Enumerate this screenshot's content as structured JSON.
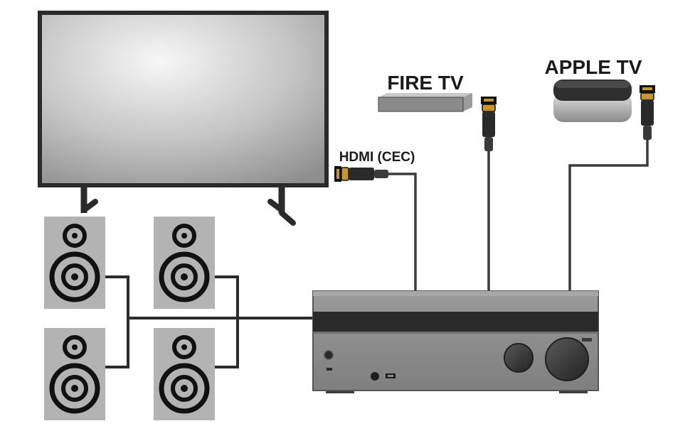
{
  "labels": {
    "fire_tv": "FIRE TV",
    "apple_tv": "APPLE TV",
    "hdmi_cec": "HDMI (CEC)"
  },
  "colors": {
    "outline": "#2b2b2b",
    "tv_screen_center": "#f5f5f5",
    "tv_screen_edge": "#9a9a9a",
    "speaker_body": "#b3b3b3",
    "receiver_body": "#8f8f8f",
    "receiver_band": "#2a2a2a",
    "hdmi_gold": "#c8962f",
    "cable": "#3a3a3a"
  },
  "icons": [
    "tv-icon",
    "fire-tv-icon",
    "apple-tv-icon",
    "hdmi-plug-icon",
    "speaker-icon",
    "av-receiver-icon"
  ]
}
